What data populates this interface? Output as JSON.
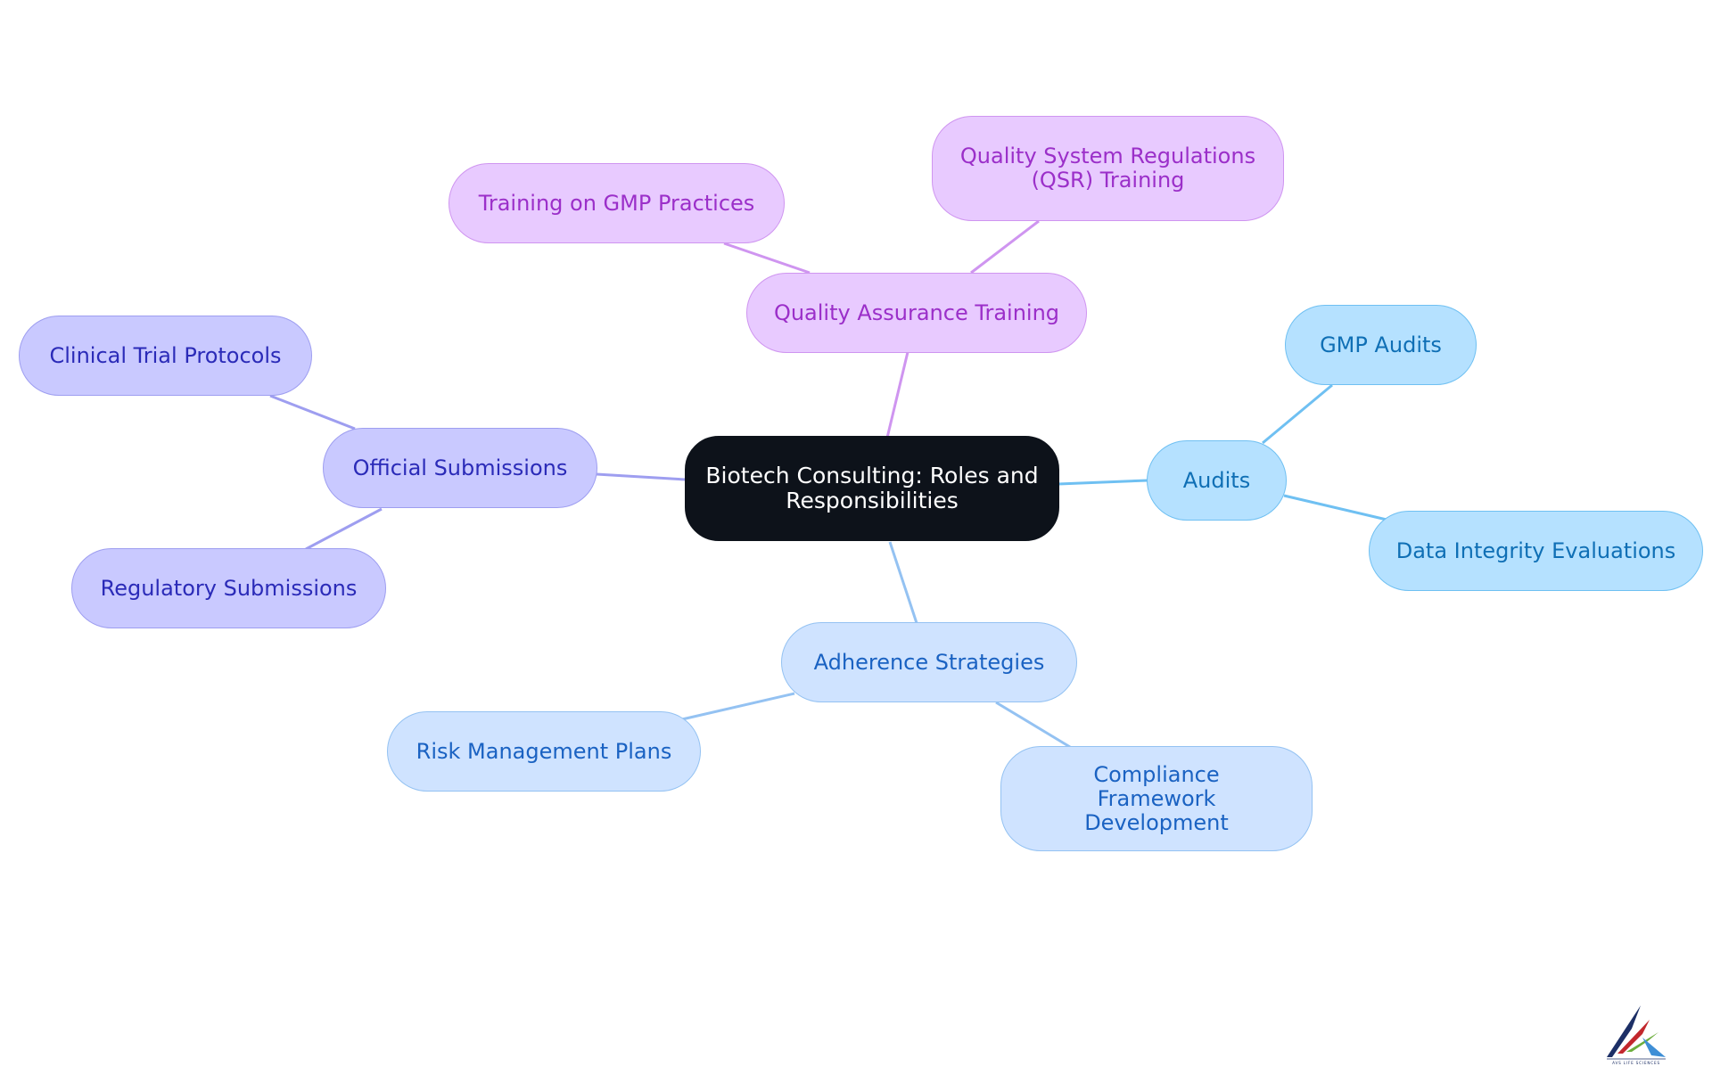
{
  "diagram": {
    "type": "mind-map",
    "root": {
      "label": "Biotech Consulting: Roles and Responsibilities"
    },
    "branches": [
      {
        "label": "Quality Assurance Training",
        "children": [
          {
            "label": "Training on GMP Practices"
          },
          {
            "label": "Quality System Regulations (QSR) Training"
          }
        ]
      },
      {
        "label": "Audits",
        "children": [
          {
            "label": "GMP Audits"
          },
          {
            "label": "Data Integrity Evaluations"
          }
        ]
      },
      {
        "label": "Adherence Strategies",
        "children": [
          {
            "label": "Risk Management Plans"
          },
          {
            "label": "Compliance Framework Development"
          }
        ]
      },
      {
        "label": "Official Submissions",
        "children": [
          {
            "label": "Clinical Trial Protocols"
          },
          {
            "label": "Regulatory Submissions"
          }
        ]
      }
    ]
  },
  "colors": {
    "root_fill": "#0d121a",
    "root_text": "#ffffff",
    "purple_branch": "#cf95f0",
    "purple_fill": "#e8caff",
    "purple_text": "#9b2fc9",
    "indigo_branch": "#9e9ef0",
    "indigo_fill": "#c9c9ff",
    "indigo_text": "#2b2bb8",
    "sky_branch": "#6fc0f2",
    "sky_fill": "#b5e1ff",
    "sky_text": "#0f6fb5",
    "blue_branch": "#94c2f2",
    "blue_fill": "#cfe3ff",
    "blue_text": "#1a62c2"
  },
  "logo": {
    "icon": "avs-life-sciences-logo-icon",
    "text": "AVS LIFE SCIENCES"
  }
}
